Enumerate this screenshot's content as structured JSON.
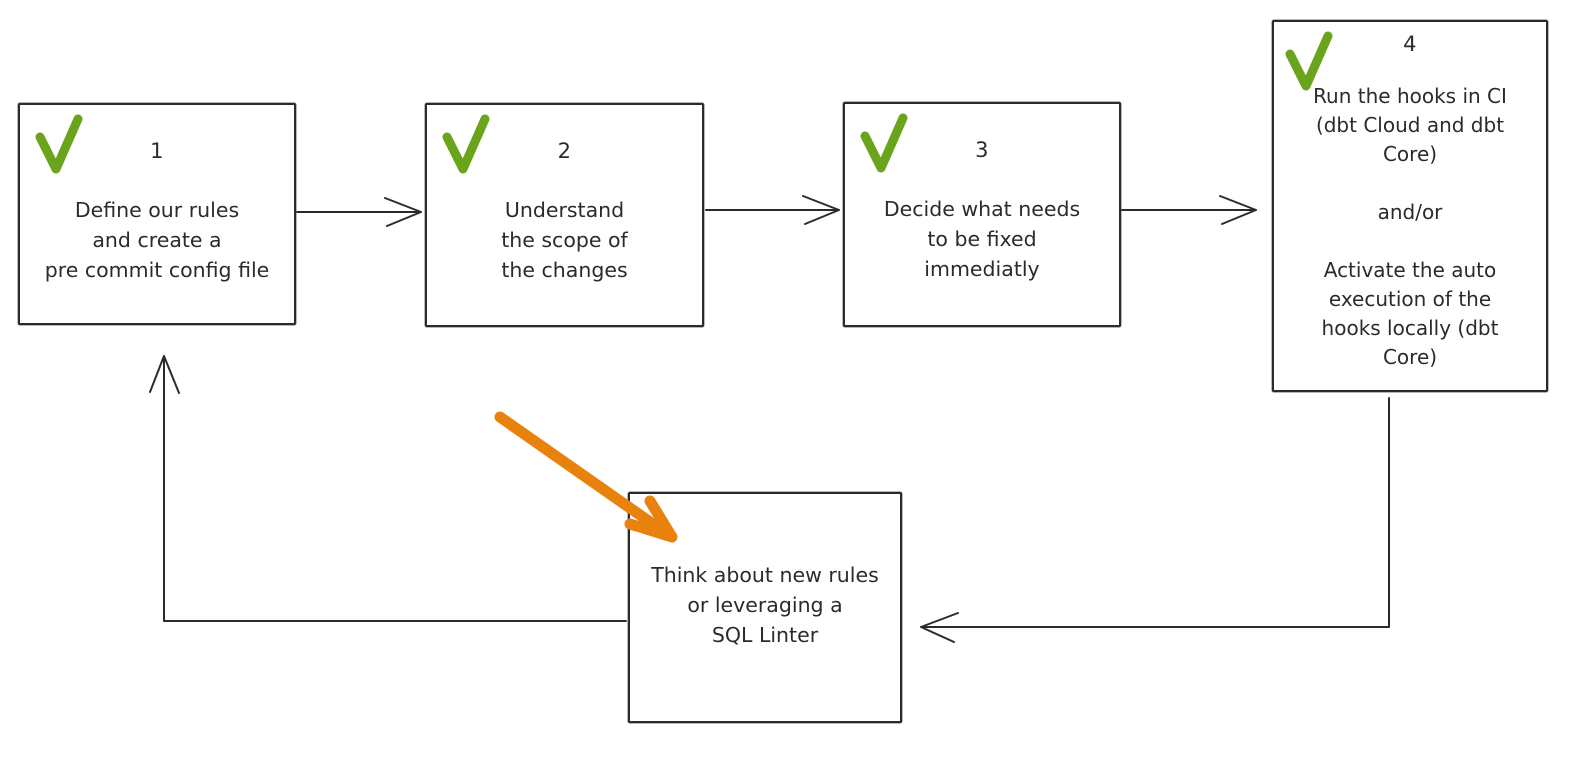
{
  "colors": {
    "background": "#FFFFFF",
    "ink": "#2B2B2B",
    "check_green": "#69A41C",
    "annotation_orange": "#E8820D"
  },
  "diagram": {
    "steps": [
      {
        "id": "step-1",
        "number": "1",
        "checked": true,
        "label": "Define our rules\nand create a\npre commit config file"
      },
      {
        "id": "step-2",
        "number": "2",
        "checked": true,
        "label": "Understand\nthe scope of\nthe changes"
      },
      {
        "id": "step-3",
        "number": "3",
        "checked": true,
        "label": "Decide what needs\nto be fixed\nimmediatly"
      },
      {
        "id": "step-4",
        "number": "4",
        "checked": true,
        "label": "Run the hooks in CI\n(dbt Cloud and dbt\nCore)\n\nand/or\n\nActivate the auto\nexecution of the\nhooks locally (dbt\nCore)"
      },
      {
        "id": "review",
        "number": "",
        "checked": false,
        "label": "Think about new rules\nor leveraging a\nSQL Linter"
      }
    ],
    "connections": [
      {
        "from": "step-1",
        "to": "step-2",
        "style": "ink"
      },
      {
        "from": "step-2",
        "to": "step-3",
        "style": "ink"
      },
      {
        "from": "step-3",
        "to": "step-4",
        "style": "ink"
      },
      {
        "from": "step-4",
        "to": "review",
        "style": "ink"
      },
      {
        "from": "review",
        "to": "step-1",
        "style": "ink"
      },
      {
        "from": "annotation",
        "to": "review",
        "style": "orange-highlight"
      }
    ]
  }
}
